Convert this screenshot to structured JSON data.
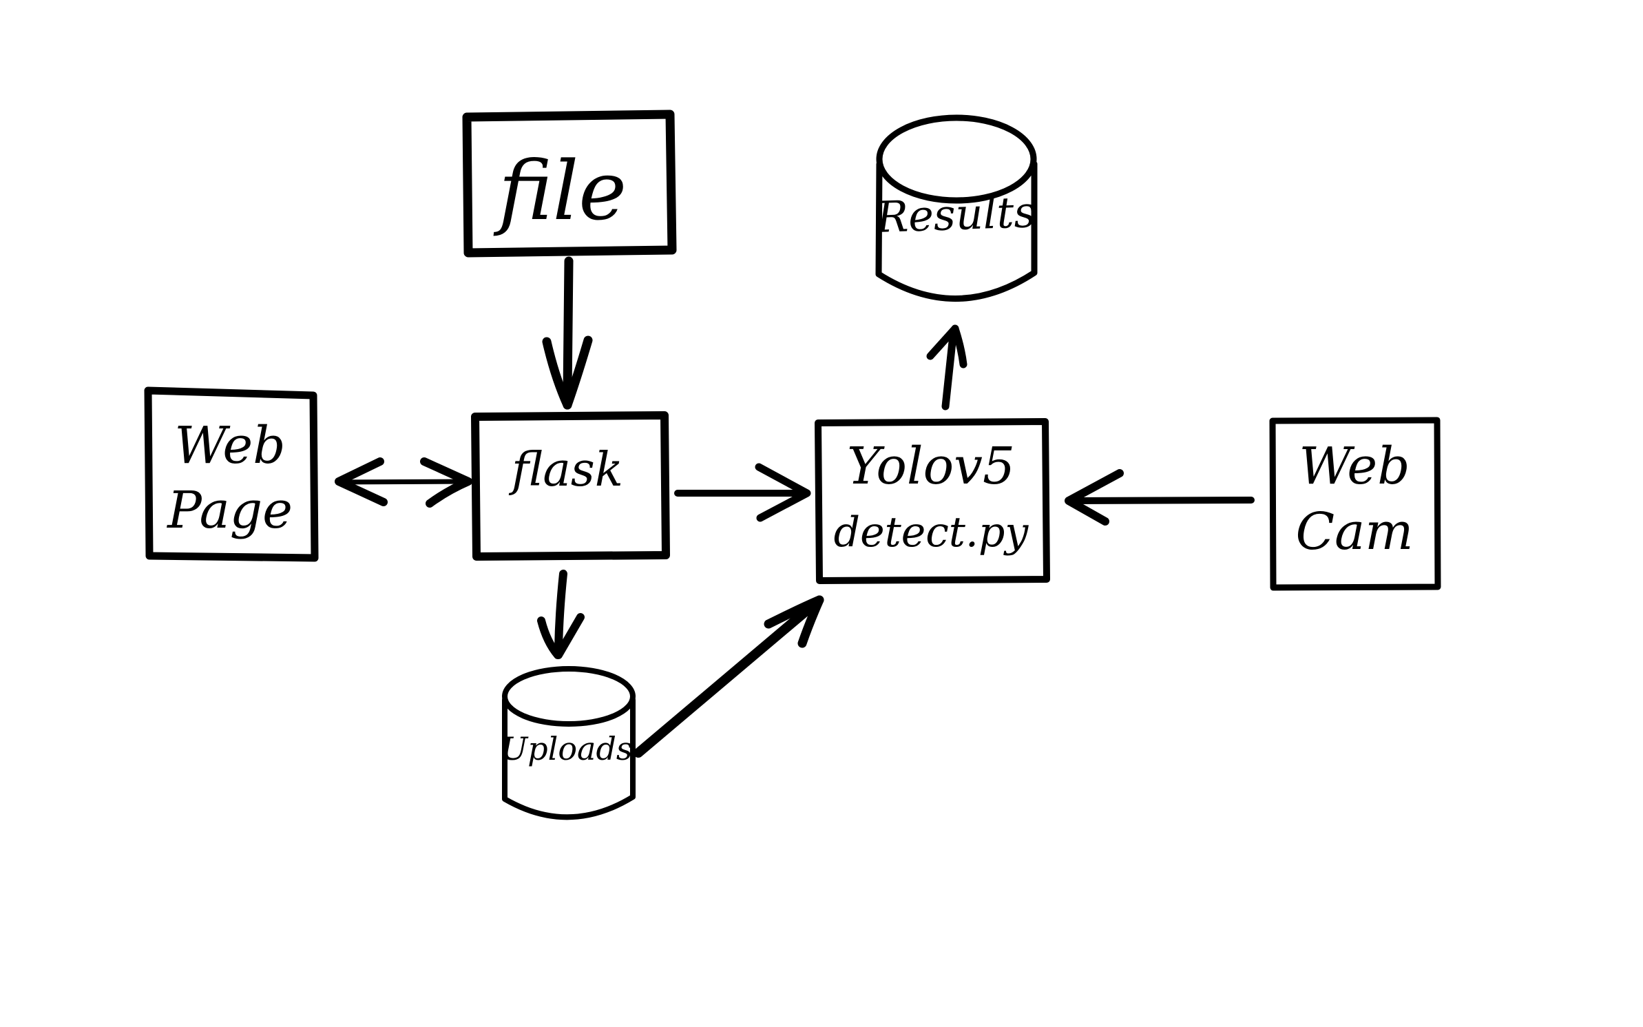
{
  "diagram": {
    "description": "Hand-drawn architecture flowchart of a Flask + YOLOv5 object detection web app",
    "colors": {
      "ink": "#000000",
      "background": "#ffffff"
    },
    "nodes": {
      "file": {
        "label": "file",
        "shape": "rectangle"
      },
      "results": {
        "label": "Results",
        "shape": "cylinder"
      },
      "webpage": {
        "line1": "Web",
        "line2": "Page",
        "shape": "rectangle"
      },
      "flask": {
        "label": "flask",
        "shape": "rectangle"
      },
      "yolov5": {
        "line1": "Yolov5",
        "line2": "detect.py",
        "shape": "rectangle"
      },
      "webcam": {
        "line1": "Web",
        "line2": "Cam",
        "shape": "rectangle"
      },
      "uploads": {
        "label": "Uploads",
        "shape": "cylinder"
      }
    },
    "edges": [
      {
        "from": "file",
        "to": "flask",
        "style": "single-arrow"
      },
      {
        "from": "webpage",
        "to": "flask",
        "style": "double-arrow"
      },
      {
        "from": "flask",
        "to": "yolov5",
        "style": "single-arrow"
      },
      {
        "from": "flask",
        "to": "uploads",
        "style": "single-arrow"
      },
      {
        "from": "uploads",
        "to": "yolov5",
        "style": "single-arrow"
      },
      {
        "from": "yolov5",
        "to": "results",
        "style": "single-arrow"
      },
      {
        "from": "webcam",
        "to": "yolov5",
        "style": "single-arrow"
      }
    ]
  }
}
